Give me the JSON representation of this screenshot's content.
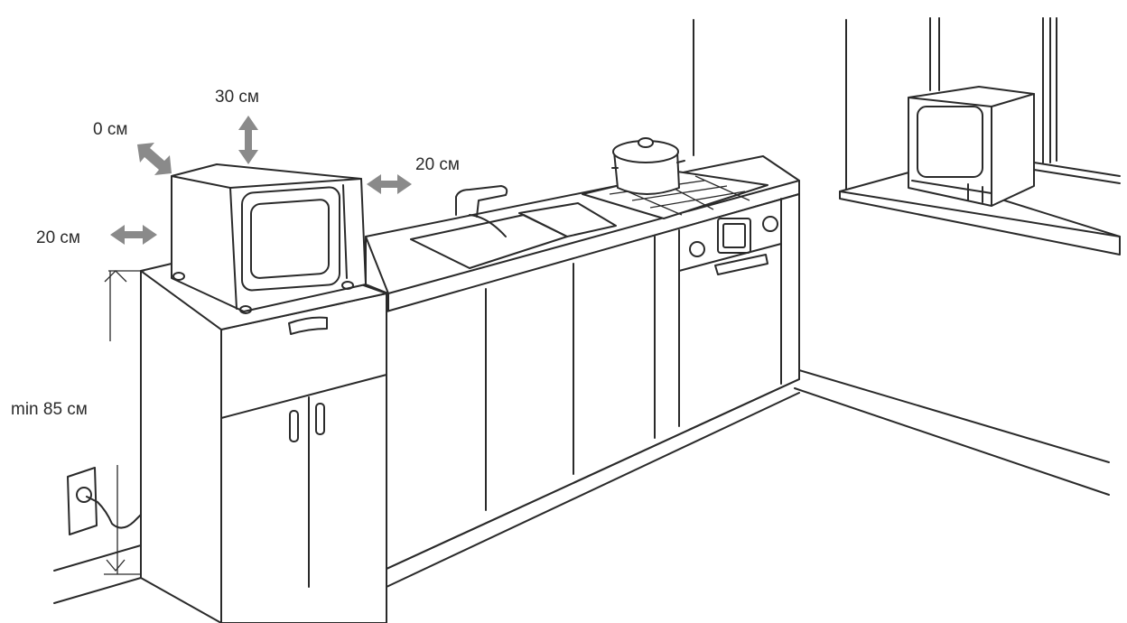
{
  "labels": {
    "top": "30 см",
    "left_top": "0 см",
    "right": "20 см",
    "left": "20 см",
    "height": "min 85 см"
  },
  "colors": {
    "line": "#2a2a2a",
    "arrow": "#8a8a8a"
  }
}
